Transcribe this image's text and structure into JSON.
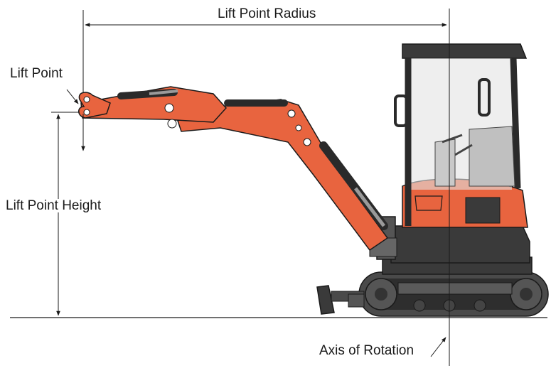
{
  "labels": {
    "lift_point_radius": "Lift Point Radius",
    "lift_point": "Lift Point",
    "lift_point_height": "Lift Point Height",
    "axis_of_rotation": "Axis of Rotation"
  },
  "colors": {
    "machine_orange": "#e8643f",
    "machine_dark": "#3a3a3a",
    "glass": "#d8d8d8",
    "line": "#1a1a1a"
  }
}
